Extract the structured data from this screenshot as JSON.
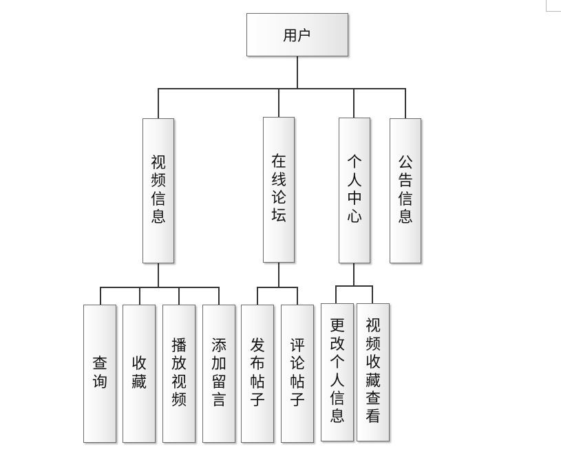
{
  "root": {
    "label": "用户"
  },
  "categories": [
    {
      "label": "视频信息"
    },
    {
      "label": "在线论坛"
    },
    {
      "label": "个人中心"
    },
    {
      "label": "公告信息"
    }
  ],
  "leaves": [
    {
      "label": "查询"
    },
    {
      "label": "收藏"
    },
    {
      "label": "播放视频"
    },
    {
      "label": "添加留言"
    },
    {
      "label": "发布帖子"
    },
    {
      "label": "评论帖子"
    },
    {
      "label": "更改个人信息"
    },
    {
      "label": "视频收藏查看"
    }
  ]
}
